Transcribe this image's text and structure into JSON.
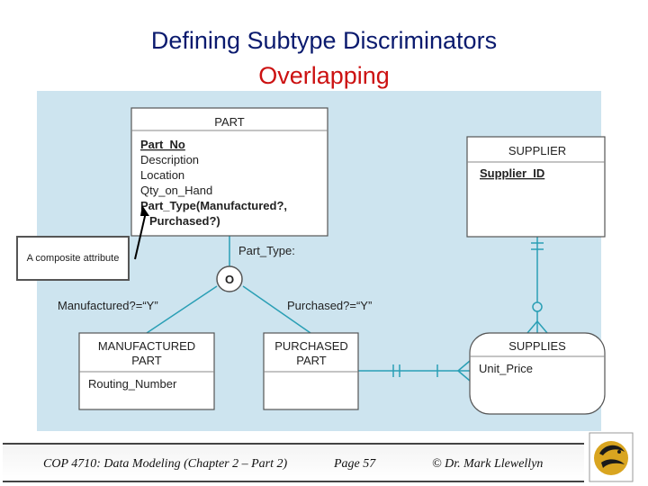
{
  "title": {
    "line1": "Defining Subtype Discriminators",
    "line2": "Overlapping"
  },
  "diagram": {
    "part": {
      "name": "PART",
      "attributes": [
        "Part_No",
        "Description",
        "Location",
        "Qty_on_Hand",
        "Part_Type(Manufactured?,",
        "Purchased?)"
      ]
    },
    "supplier": {
      "name": "SUPPLIER",
      "attribute": "Supplier_ID"
    },
    "discriminator_label": "Part_Type:",
    "overlap_symbol": "O",
    "left_condition": "Manufactured?=“Y”",
    "right_condition": "Purchased?=“Y”",
    "manufactured_part": {
      "name_line1": "MANUFACTURED",
      "name_line2": "PART",
      "attribute": "Routing_Number"
    },
    "purchased_part": {
      "name_line1": "PURCHASED",
      "name_line2": "PART"
    },
    "supplies": {
      "name": "SUPPLIES",
      "attribute": "Unit_Price"
    }
  },
  "callout": "A composite attribute",
  "footer": {
    "course": "COP 4710: Data Modeling (Chapter 2 – Part 2)",
    "page": "Page 57",
    "copyright": "© Dr. Mark Llewellyn"
  },
  "colors": {
    "title": "#0a1a6e",
    "subtitle": "#cc1111",
    "panel": "#cde4ef",
    "lines": "#2a9fb5"
  }
}
